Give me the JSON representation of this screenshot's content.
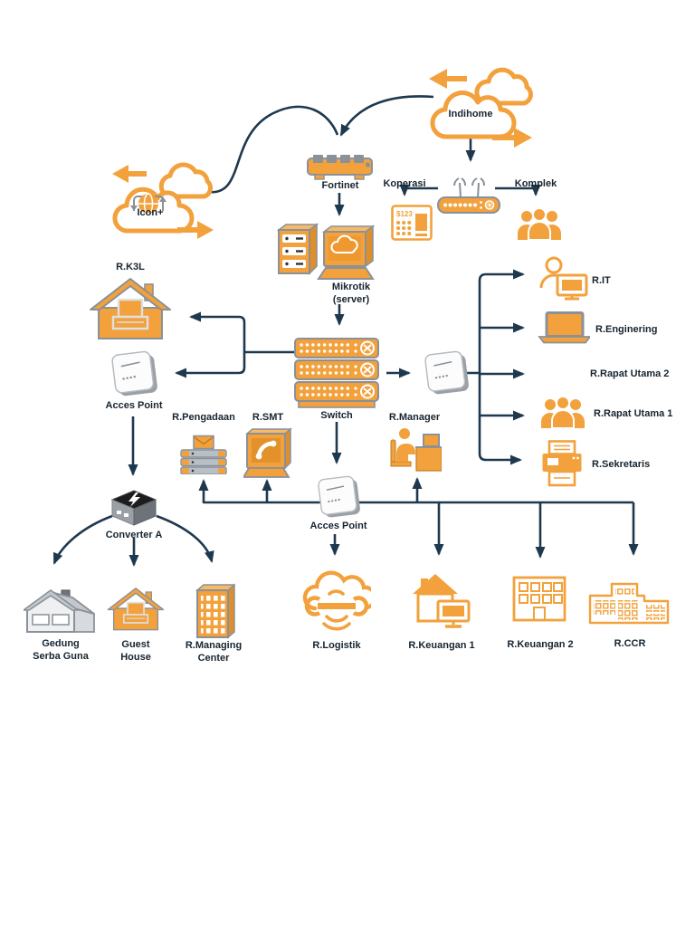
{
  "colors": {
    "accent_orange": "#F2A13C",
    "orange_dark": "#DE8E2A",
    "orange_light": "#F6B965",
    "line_navy": "#1E384E",
    "outline_grey": "#8A9199",
    "label_text": "#17242F"
  },
  "nodes": {
    "indihome": {
      "label": "Indihome"
    },
    "iconplus": {
      "label": "Icon+"
    },
    "fortinet": {
      "label": "Fortinet"
    },
    "koperasi": {
      "label": "Koperasi"
    },
    "komplek": {
      "label": "Komplek"
    },
    "mikrotik": {
      "label_line1": "Mikrotik",
      "label_line2": "(server)"
    },
    "rk3l": {
      "label": "R.K3L"
    },
    "access_point_left": {
      "label": "Acces Point"
    },
    "switch": {
      "label": "Switch"
    },
    "rit": {
      "label": "R.IT"
    },
    "renginering": {
      "label": "R.Enginering"
    },
    "rrapat_utama_2": {
      "label": "R.Rapat Utama 2"
    },
    "rrapat_utama_1": {
      "label": "R.Rapat Utama 1"
    },
    "rsekretaris": {
      "label": "R.Sekretaris"
    },
    "rpengadaan": {
      "label": "R.Pengadaan"
    },
    "rsmt": {
      "label": "R.SMT"
    },
    "rmanager": {
      "label": "R.Manager"
    },
    "access_point_center": {
      "label": "Acces Point"
    },
    "converter_a": {
      "label": "Converter A"
    },
    "gedung_serba_guna": {
      "label_line1": "Gedung",
      "label_line2": "Serba Guna"
    },
    "guest_house": {
      "label_line1": "Guest",
      "label_line2": "House"
    },
    "rmanaging_center": {
      "label_line1": "R.Managing",
      "label_line2": "Center"
    },
    "rlogistik": {
      "label": "R.Logistik"
    },
    "rkeuangan1": {
      "label": "R.Keuangan 1"
    },
    "rkeuangan2": {
      "label": "R.Keuangan 2"
    },
    "rccr": {
      "label": "R.CCR"
    }
  },
  "pos_terminal": {
    "display_text": "$123"
  },
  "icons": {
    "indihome": "cloud-transfer-icon",
    "iconplus": "cloud-globe-transfer-icon",
    "fortinet": "network-switch-icon",
    "router": "wireless-router-icon",
    "koperasi": "pos-terminal-icon",
    "komplek": "users-group-icon",
    "mikrotik": "server-workstation-icon",
    "rk3l": "house-computer-icon",
    "access_point": "access-point-icon",
    "switch": "switch-stack-icon",
    "rpengadaan": "mail-server-icon",
    "rsmt": "voip-workstation-icon",
    "rmanager": "person-at-desk-icon",
    "rit": "person-monitor-icon",
    "renginering": "laptop-icon",
    "rrapat_utama_1": "users-group-icon",
    "rsekretaris": "printer-icon",
    "converter_a": "power-converter-icon",
    "gedung_serba_guna": "warehouse-icon",
    "guest_house": "house-computer-icon",
    "rmanaging_center": "office-building-icon",
    "rlogistik": "cloud-service-icon",
    "rkeuangan1": "house-monitor-icon",
    "rkeuangan2": "building-outline-icon",
    "rccr": "large-building-icon"
  }
}
